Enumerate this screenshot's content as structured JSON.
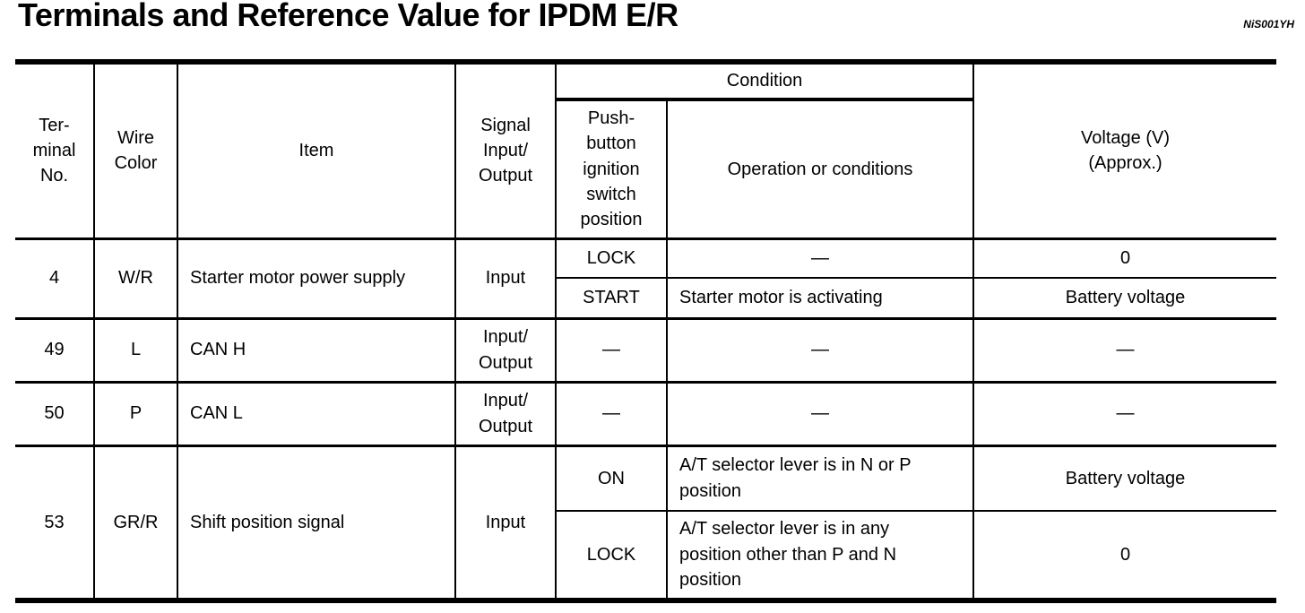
{
  "page": {
    "title": "Terminals and Reference Value for IPDM E/R",
    "figure_code": "NiS001YH"
  },
  "table": {
    "headers": {
      "terminal": "Ter-\nminal\nNo.",
      "wire_color": "Wire\nColor",
      "item": "Item",
      "signal": "Signal\nInput/\nOutput",
      "condition": "Condition",
      "ignition": "Push-\nbutton\nignition\nswitch\nposition",
      "operation": "Operation or conditions",
      "voltage": "Voltage (V)\n(Approx.)"
    },
    "rows": [
      {
        "terminal": "4",
        "wire_color": "W/R",
        "item": "Starter motor power supply",
        "signal": "Input",
        "subrows": [
          {
            "ignition": "LOCK",
            "operation": "—",
            "voltage": "0"
          },
          {
            "ignition": "START",
            "operation": "Starter motor is activating",
            "voltage": "Battery voltage"
          }
        ]
      },
      {
        "terminal": "49",
        "wire_color": "L",
        "item": "CAN H",
        "signal": "Input/\nOutput",
        "subrows": [
          {
            "ignition": "—",
            "operation": "—",
            "voltage": "—"
          }
        ]
      },
      {
        "terminal": "50",
        "wire_color": "P",
        "item": "CAN L",
        "signal": "Input/\nOutput",
        "subrows": [
          {
            "ignition": "—",
            "operation": "—",
            "voltage": "—"
          }
        ]
      },
      {
        "terminal": "53",
        "wire_color": "GR/R",
        "item": "Shift position signal",
        "signal": "Input",
        "subrows": [
          {
            "ignition": "ON",
            "operation": "A/T selector lever is in N or P\nposition",
            "voltage": "Battery voltage"
          },
          {
            "ignition": "LOCK",
            "operation": "A/T selector lever is in any\nposition other than P and N\nposition",
            "voltage": "0"
          }
        ]
      }
    ]
  }
}
